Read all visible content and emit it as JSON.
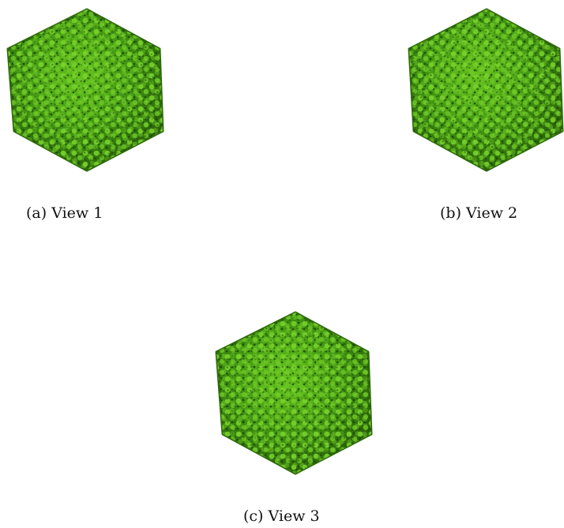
{
  "figure": {
    "captions": {
      "a": "(a) View 1",
      "b": "(b) View 2",
      "c": "(c) View 3"
    },
    "colors": {
      "background": "#ffffff",
      "virus_base": "#3a8a10",
      "virus_dark": "#1f4d06",
      "virus_highlight": "#7fd626",
      "caption_text": "#111111"
    },
    "subject": "icosahedral-virus-capsid-rendering"
  }
}
